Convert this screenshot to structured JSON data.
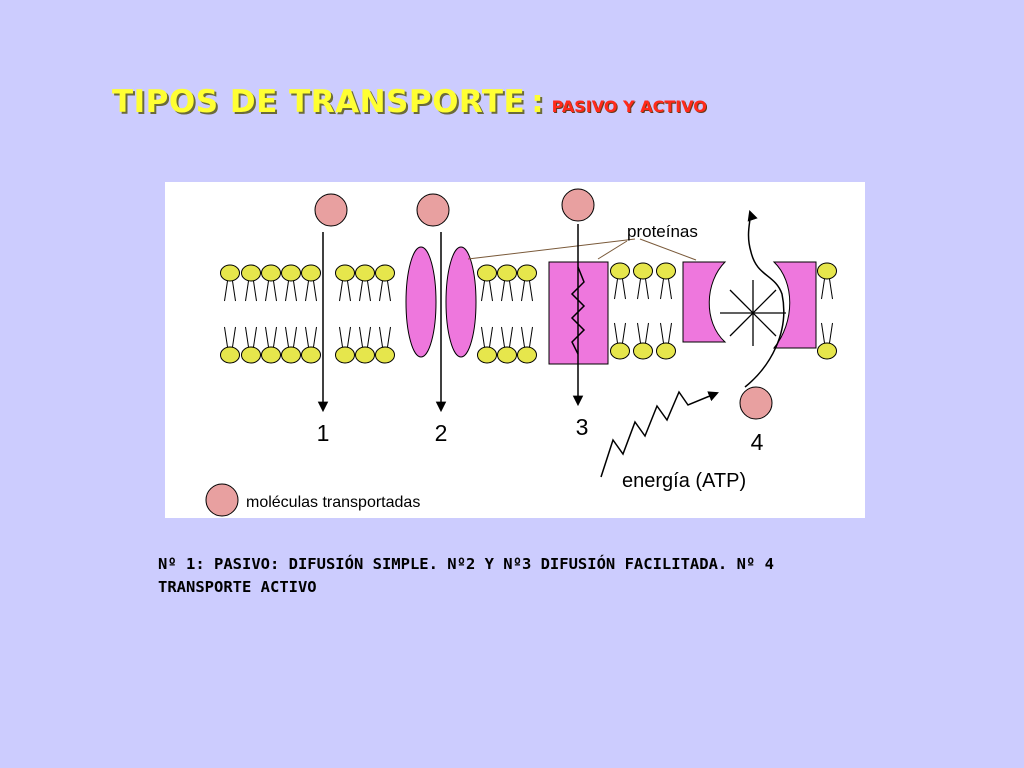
{
  "title": {
    "main": "TIPOS DE TRANSPORTE",
    "separator": ":",
    "subtitle": "PASIVO Y ACTIVO"
  },
  "diagram": {
    "proteins_label": "proteínas",
    "mechanisms": [
      {
        "number": "1"
      },
      {
        "number": "2"
      },
      {
        "number": "3"
      },
      {
        "number": "4"
      }
    ],
    "energy_label": "energía (ATP)",
    "legend_label": "moléculas transportadas"
  },
  "caption": "Nº 1: PASIVO: DIFUSIÓN SIMPLE. Nº2 Y Nº3 DIFUSIÓN FACILITADA. Nº  4 TRANSPORTE ACTIVO",
  "colors": {
    "background": "#ccccfe",
    "title": "#ffff33",
    "subtitle": "#ff2a1a",
    "lipid_head": "#e6e64c",
    "protein": "#ee77dd",
    "molecule": "#e8a0a0"
  }
}
